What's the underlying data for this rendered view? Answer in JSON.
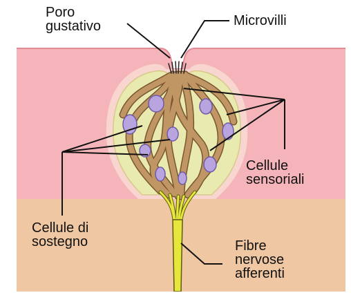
{
  "labels": {
    "poro_gustativo": [
      "Poro",
      "gustativo"
    ],
    "microvilli": [
      "Microvilli"
    ],
    "cellule_sensoriali": [
      "Cellule",
      "sensoriali"
    ],
    "cellule_di_sostegno": [
      "Cellule di",
      "sostegno"
    ],
    "fibre_nervose": [
      "Fibre",
      "nervose",
      "afferenti"
    ]
  },
  "colors": {
    "epithelium": "#f4b4ba",
    "epithelium_outline": "#e38a93",
    "connective_tissue": "#efc7a2",
    "bud_fill": "#e9eab0",
    "bud_halo": "#f8d6cf",
    "sensory_cell": "#c09665",
    "sensory_cell_outline": "#7a5530",
    "nucleus": "#b8a4de",
    "nerve_fiber": "#e6e63c",
    "leader_line": "#111111"
  }
}
